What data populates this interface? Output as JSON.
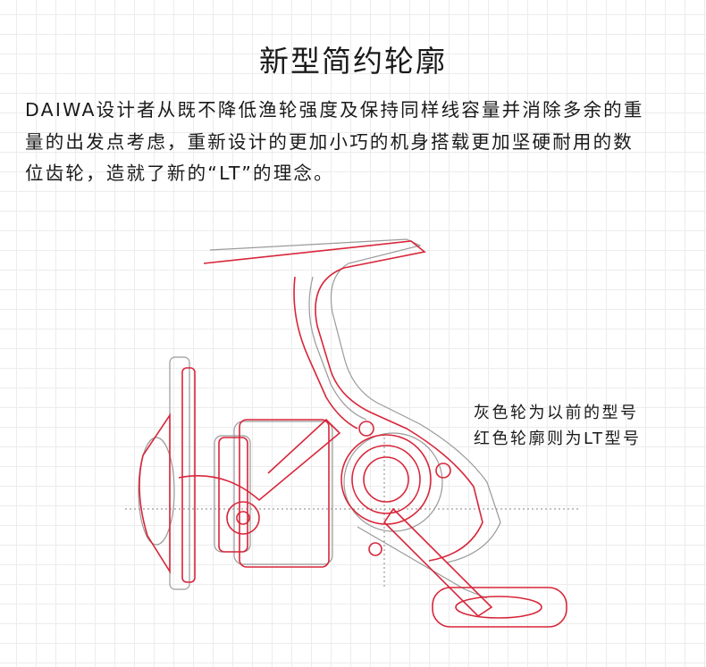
{
  "title": "新型简约轮廓",
  "paragraph": [
    "DAIWA设计者从既不降低渔轮强度及保持同样线容量并消除多余的重",
    "量的出发点考虑，重新设计的更加小巧的机身搭载更加坚硬耐用的数",
    "位齿轮，造就了新的“LT”的理念。"
  ],
  "legend": [
    "灰色轮为以前的型号",
    "红色轮廓则为LT型号"
  ],
  "colors": {
    "red": "#d8263a",
    "gray": "#9a9a9a"
  }
}
